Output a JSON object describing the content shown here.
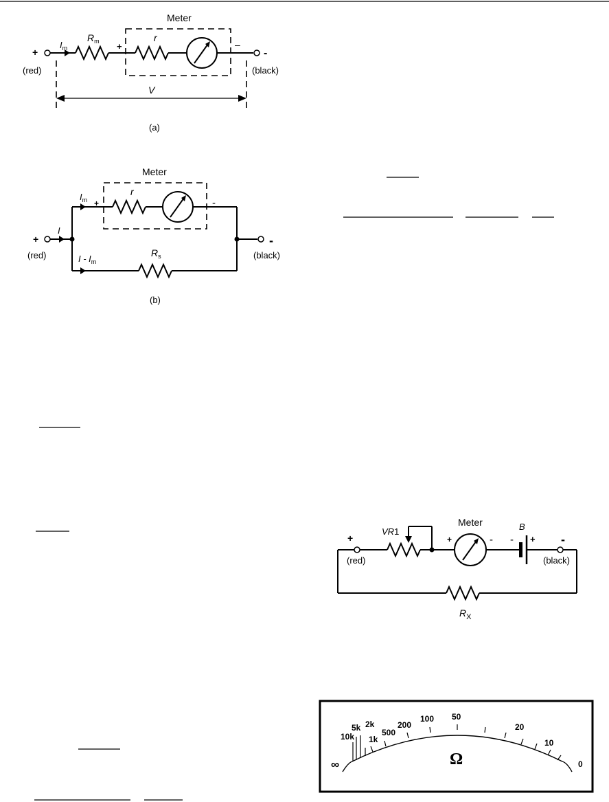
{
  "figure_a": {
    "meter_label": "Meter",
    "plus": "+",
    "minus": "-",
    "minus_small": "–",
    "red": "(red)",
    "black": "(black)",
    "im_i": "I",
    "im_sub": "m",
    "rm_r": "R",
    "rm_sub": "m",
    "r": "r",
    "v": "V",
    "caption": "(a)"
  },
  "figure_b": {
    "meter_label": "Meter",
    "plus": "+",
    "minus": "-",
    "red": "(red)",
    "black": "(black)",
    "im_i": "I",
    "im_sub": "m",
    "i": "I",
    "i_minus_im": "I - I",
    "i_minus_im_sub": "m",
    "rs_r": "R",
    "rs_sub": "s",
    "r": "r",
    "caption": "(b)"
  },
  "ohmmeter": {
    "vr1_prefix": "VR",
    "vr1_suffix": "1",
    "meter_label": "Meter",
    "b": "B",
    "plus": "+",
    "minus": "-",
    "red": "(red)",
    "black": "(black)",
    "rx_r": "R",
    "rx_sub": "X"
  },
  "scale": {
    "labels": [
      "∞",
      "10k",
      "5k",
      "2k",
      "1k",
      "500",
      "200",
      "100",
      "50",
      "20",
      "10",
      "0"
    ],
    "symbol": "Ω"
  }
}
